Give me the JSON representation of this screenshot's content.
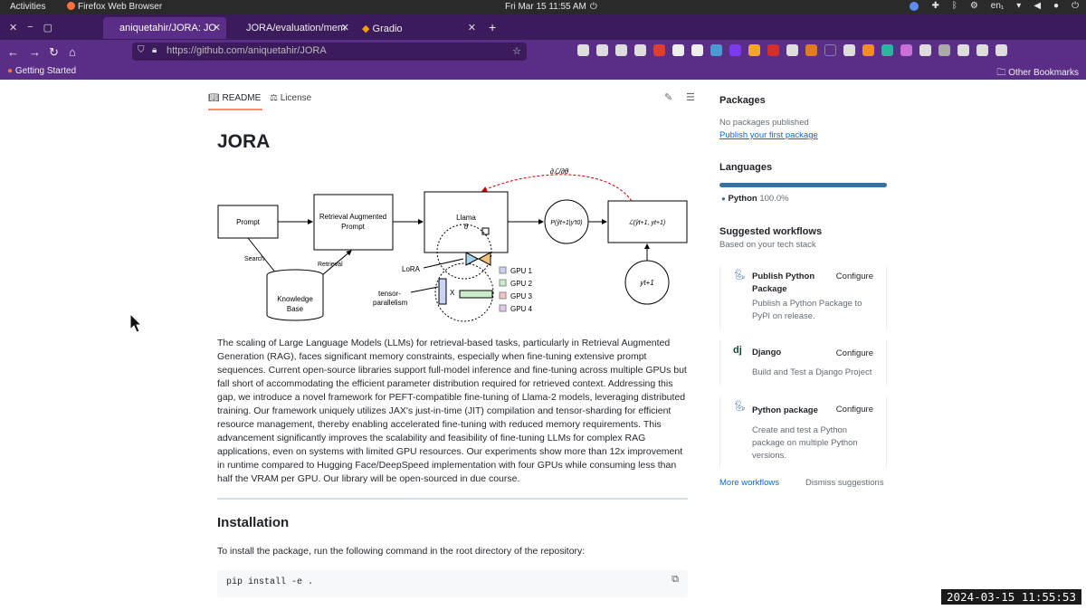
{
  "system_bar": {
    "activities": "Activities",
    "app_name": "Firefox Web Browser",
    "clock": "Fri Mar 15  11:55 AM",
    "lang": "en₁"
  },
  "browser": {
    "tabs": [
      {
        "label": "aniquetahir/JORA: JO",
        "active": true
      },
      {
        "label": "JORA/evaluation/mem",
        "active": false
      },
      {
        "label": "Gradio",
        "active": false
      }
    ],
    "new_tab": "+",
    "url": "https://github.com/aniquetahir/JORA",
    "bookmarks": {
      "getting_started": "Getting Started",
      "other": "Other Bookmarks"
    }
  },
  "readme": {
    "tab_readme": "README",
    "tab_license": "License",
    "title": "JORA",
    "paragraph": "The scaling of Large Language Models (LLMs) for retrieval-based tasks, particularly in Retrieval Augmented Generation (RAG), faces significant memory constraints, especially when fine-tuning extensive prompt sequences. Current open-source libraries support full-model inference and fine-tuning across multiple GPUs but fall short of accommodating the efficient parameter distribution required for retrieved context. Addressing this gap, we introduce a novel framework for PEFT-compatible fine-tuning of Llama-2 models, leveraging distributed training. Our framework uniquely utilizes JAX's just-in-time (JIT) compilation and tensor-sharding for efficient resource management, thereby enabling accelerated fine-tuning with reduced memory requirements. This advancement significantly improves the scalability and feasibility of fine-tuning LLMs for complex RAG applications, even on systems with limited GPU resources. Our experiments show more than 12x improvement in runtime compared to Hugging Face/DeepSpeed implementation with four GPUs while consuming less than half the VRAM per GPU. Our library will be open-sourced in due course.",
    "install_heading": "Installation",
    "install_text": "To install the package, run the following command in the root directory of the repository:",
    "install_code": "pip install -e ."
  },
  "diagram": {
    "prompt": "Prompt",
    "retrieval_augmented": "Retrieval Augmented",
    "prompt2": "Prompt",
    "llama": "Llama",
    "theta": "θ",
    "prob": "P(ŷt+1|y′t0)",
    "loss": "ℒ(ŷt+1, yt+1)",
    "y_next": "yt+1",
    "grad": "∂ℒ/∂θ",
    "search": "Search",
    "retrieval": "Retrieval",
    "knowledge": "Knowledge",
    "base": "Base",
    "lora": "LoRA",
    "tensor": "tensor-",
    "parallelism": "parallelism",
    "x": "X",
    "gpus": [
      "GPU 1",
      "GPU 2",
      "GPU 3",
      "GPU 4"
    ],
    "gpu_colors": [
      "#c9d4f2",
      "#c9ecc9",
      "#f4c4c4",
      "#e2c9ec"
    ]
  },
  "sidebar": {
    "packages_title": "Packages",
    "no_packages": "No packages published",
    "publish_link": "Publish your first package",
    "languages_title": "Languages",
    "lang_name": "Python",
    "lang_pct": "100.0%",
    "lang_color": "#3572A5",
    "workflows_title": "Suggested workflows",
    "workflows_sub": "Based on your tech stack",
    "workflows": [
      {
        "name": "Publish Python Package",
        "desc": "Publish a Python Package to PyPI on release.",
        "button": "Configure",
        "icon": "python-icon"
      },
      {
        "name": "Django",
        "desc": "Build and Test a Django Project",
        "button": "Configure",
        "icon": "django-icon"
      },
      {
        "name": "Python package",
        "desc": "Create and test a Python package on multiple Python versions.",
        "button": "Configure",
        "icon": "python-icon"
      }
    ],
    "more_workflows": "More workflows",
    "dismiss": "Dismiss suggestions"
  },
  "timestamp": "2024-03-15  11:55:53"
}
